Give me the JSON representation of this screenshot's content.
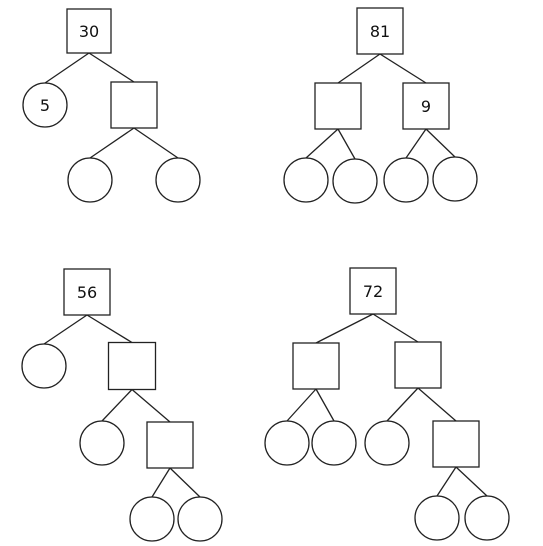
{
  "trees": [
    {
      "id": "tree-30",
      "nodes": [
        {
          "id": "root",
          "shape": "square",
          "value": "30"
        },
        {
          "id": "a",
          "shape": "circle",
          "value": "5"
        },
        {
          "id": "b",
          "shape": "square",
          "value": ""
        },
        {
          "id": "c",
          "shape": "circle",
          "value": ""
        },
        {
          "id": "d",
          "shape": "circle",
          "value": ""
        }
      ],
      "edges": [
        [
          "root",
          "a"
        ],
        [
          "root",
          "b"
        ],
        [
          "b",
          "c"
        ],
        [
          "b",
          "d"
        ]
      ]
    },
    {
      "id": "tree-81",
      "nodes": [
        {
          "id": "root",
          "shape": "square",
          "value": "81"
        },
        {
          "id": "a",
          "shape": "square",
          "value": ""
        },
        {
          "id": "b",
          "shape": "square",
          "value": "9"
        },
        {
          "id": "c",
          "shape": "circle",
          "value": ""
        },
        {
          "id": "d",
          "shape": "circle",
          "value": ""
        },
        {
          "id": "e",
          "shape": "circle",
          "value": ""
        },
        {
          "id": "f",
          "shape": "circle",
          "value": ""
        }
      ],
      "edges": [
        [
          "root",
          "a"
        ],
        [
          "root",
          "b"
        ],
        [
          "a",
          "c"
        ],
        [
          "a",
          "d"
        ],
        [
          "b",
          "e"
        ],
        [
          "b",
          "f"
        ]
      ]
    },
    {
      "id": "tree-56",
      "nodes": [
        {
          "id": "root",
          "shape": "square",
          "value": "56"
        },
        {
          "id": "a",
          "shape": "circle",
          "value": ""
        },
        {
          "id": "b",
          "shape": "square",
          "value": ""
        },
        {
          "id": "c",
          "shape": "circle",
          "value": ""
        },
        {
          "id": "d",
          "shape": "square",
          "value": ""
        },
        {
          "id": "e",
          "shape": "circle",
          "value": ""
        },
        {
          "id": "f",
          "shape": "circle",
          "value": ""
        }
      ],
      "edges": [
        [
          "root",
          "a"
        ],
        [
          "root",
          "b"
        ],
        [
          "b",
          "c"
        ],
        [
          "b",
          "d"
        ],
        [
          "d",
          "e"
        ],
        [
          "d",
          "f"
        ]
      ]
    },
    {
      "id": "tree-72",
      "nodes": [
        {
          "id": "root",
          "shape": "square",
          "value": "72"
        },
        {
          "id": "a",
          "shape": "square",
          "value": ""
        },
        {
          "id": "b",
          "shape": "square",
          "value": ""
        },
        {
          "id": "c",
          "shape": "circle",
          "value": ""
        },
        {
          "id": "d",
          "shape": "circle",
          "value": ""
        },
        {
          "id": "e",
          "shape": "circle",
          "value": ""
        },
        {
          "id": "f",
          "shape": "square",
          "value": ""
        },
        {
          "id": "g",
          "shape": "circle",
          "value": ""
        },
        {
          "id": "h",
          "shape": "circle",
          "value": ""
        }
      ],
      "edges": [
        [
          "root",
          "a"
        ],
        [
          "root",
          "b"
        ],
        [
          "a",
          "c"
        ],
        [
          "a",
          "d"
        ],
        [
          "b",
          "e"
        ],
        [
          "b",
          "f"
        ],
        [
          "f",
          "g"
        ],
        [
          "f",
          "h"
        ]
      ]
    }
  ]
}
